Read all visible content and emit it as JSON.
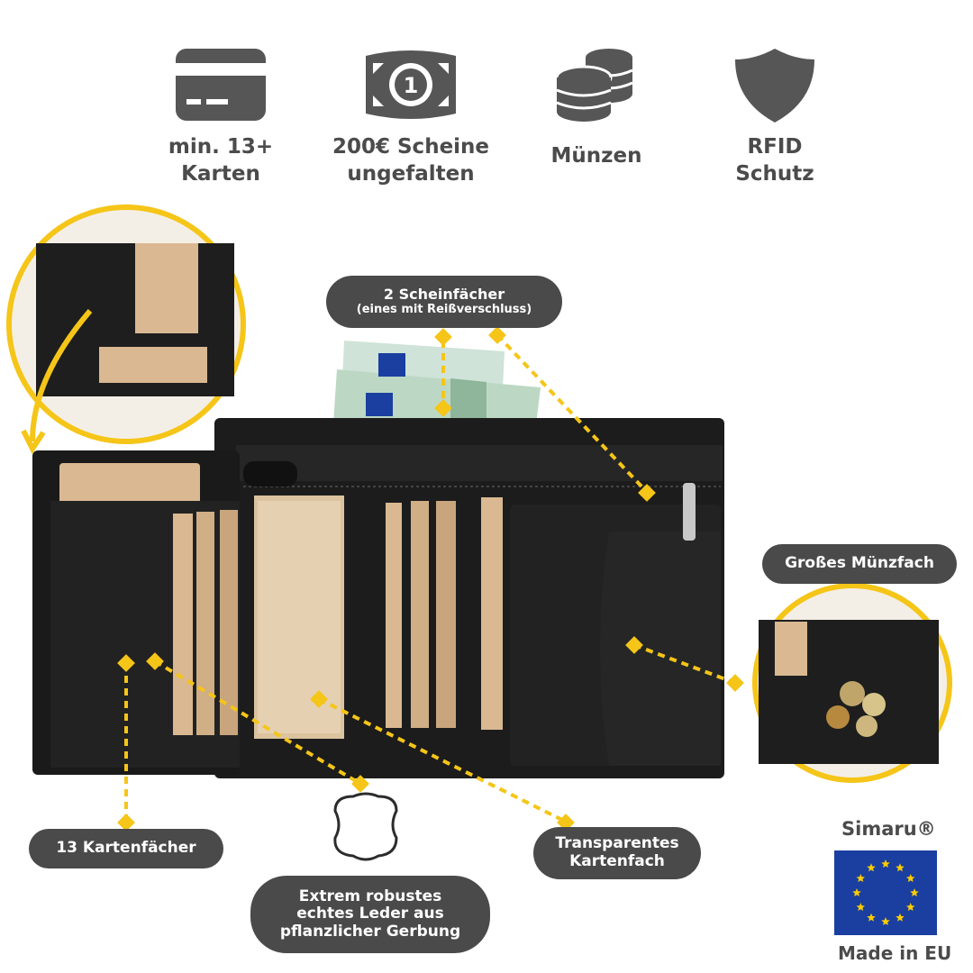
{
  "features": [
    {
      "icon": "credit-card-icon",
      "line1": "min. 13+",
      "line2": "Karten"
    },
    {
      "icon": "banknote-icon",
      "line1": "200€ Scheine",
      "line2": "ungefalten"
    },
    {
      "icon": "coins-icon",
      "line1": "Münzen",
      "line2": ""
    },
    {
      "icon": "shield-icon",
      "line1": "RFID",
      "line2": "Schutz"
    }
  ],
  "callouts": {
    "bill_compartments": {
      "line1": "2 Scheinfächer",
      "line2": "(eines mit Reißverschluss)"
    },
    "coin_pocket": {
      "text": "Großes Münzfach"
    },
    "card_slots": {
      "text": "13 Kartenfächer"
    },
    "transparent_slot": {
      "line1": "Transparentes",
      "line2": "Kartenfach"
    },
    "leather": {
      "line1": "Extrem robustes",
      "line2": "echtes Leder aus",
      "line3": "pflanzlicher Gerbung"
    }
  },
  "brand": {
    "name": "Simaru®",
    "origin": "Made in EU"
  },
  "colors": {
    "accent": "#f5c518",
    "pill": "#4a4a4a",
    "leather": "#1f1f1f",
    "wood": "#d9b892",
    "flag_blue": "#1a3fa0",
    "flag_star": "#ffcc00"
  }
}
